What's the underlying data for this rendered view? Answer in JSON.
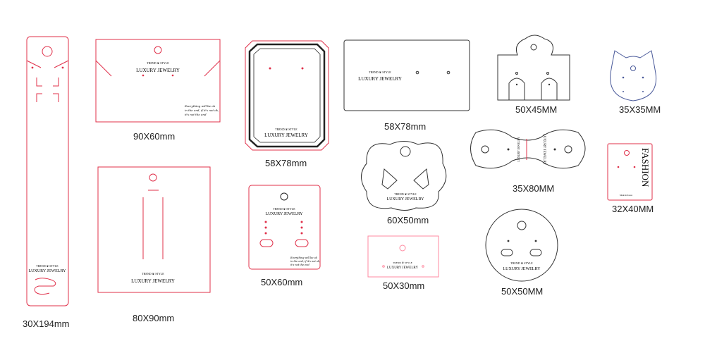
{
  "brand": {
    "trend": "TREND",
    "style": "STYLE",
    "luxury": "LUXURY JEWELRY",
    "fashion": "FASHION",
    "made_in_korea": "Made in Korea",
    "tagline_1": "Everything will be ok",
    "tagline_2": "in the end, if it's not ok,",
    "tagline_3": "it's not the end"
  },
  "cards": [
    {
      "id": "strip",
      "size_label": "30X194mm"
    },
    {
      "id": "envelope",
      "size_label": "90X60mm"
    },
    {
      "id": "hanger-80x90",
      "size_label": "80X90mm"
    },
    {
      "id": "octagon",
      "size_label": "58X78mm"
    },
    {
      "id": "earring-50x60",
      "size_label": "50X60mm"
    },
    {
      "id": "rect-58x78",
      "size_label": "58X78mm"
    },
    {
      "id": "flower",
      "size_label": "60X50mm"
    },
    {
      "id": "small-50x30",
      "size_label": "50X30mm"
    },
    {
      "id": "scallop",
      "size_label": "50X45MM"
    },
    {
      "id": "bowtie",
      "size_label": "35X80MM"
    },
    {
      "id": "round",
      "size_label": "50X50MM"
    },
    {
      "id": "cat",
      "size_label": "35X35MM"
    },
    {
      "id": "fashion",
      "size_label": "32X40MM"
    }
  ],
  "colors": {
    "red_outline": "#e0304a",
    "black_outline": "#333333",
    "blue_outline": "#4a5a9a",
    "pink_outline": "#ff8aa0"
  }
}
